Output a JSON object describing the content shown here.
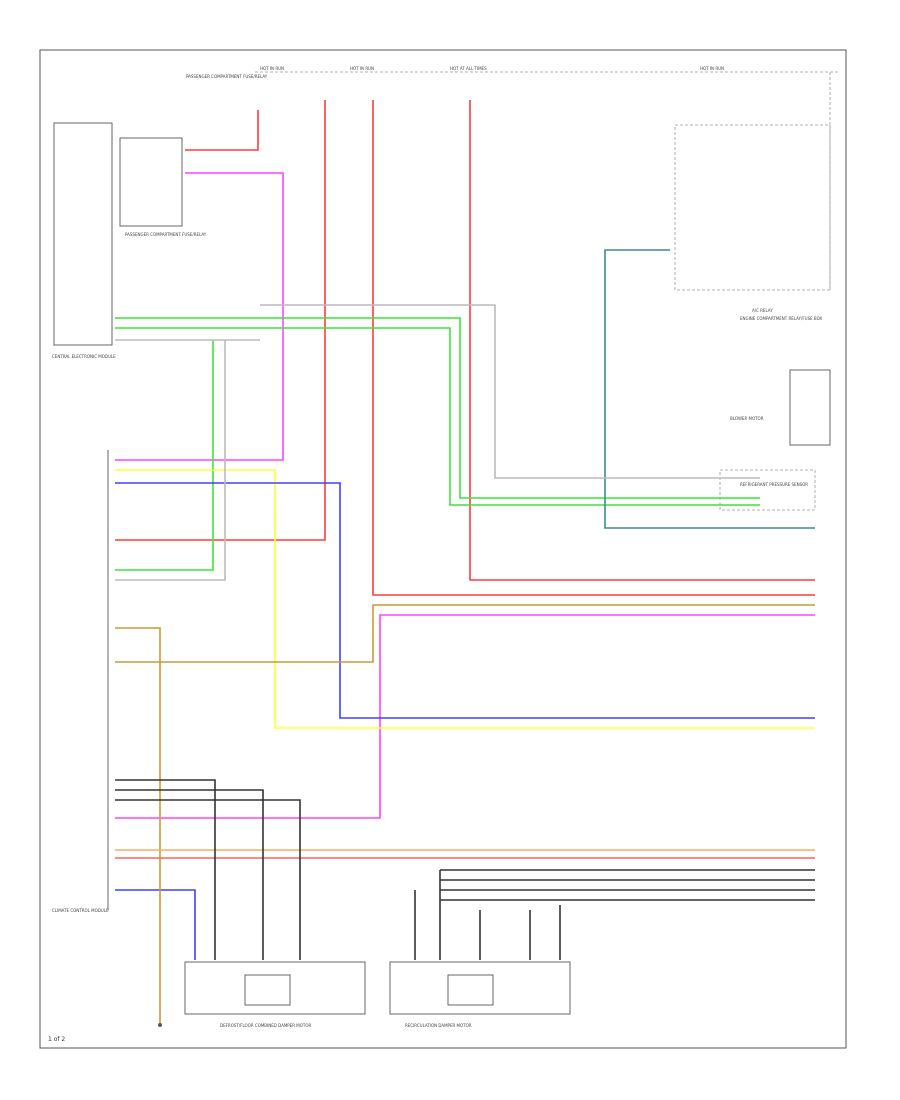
{
  "diagram": {
    "components": {
      "central_module": "CENTRAL ELECTRONIC MODULE",
      "climate_control": "CLIMATE CONTROL MODULE",
      "switch_unit": "PASSENGER COMPARTMENT FUSE/RELAY",
      "engine_relay": "ENGINE COMPARTMENT RELAY/FUSE BOX",
      "ac_relay": "A/C RELAY",
      "blower": "BLOWER MOTOR",
      "sensor_block": "REFRIGERANT PRESSURE SENSOR",
      "left_actuator": "DEFROST/FLOOR COMBINED DAMPER MOTOR",
      "right_actuator": "RECIRCULATION DAMPER MOTOR",
      "hot_at_all_times": "HOT AT ALL TIMES",
      "hot_in_run": "HOT IN RUN",
      "page_no": "1 of 2"
    },
    "colors": {
      "red": "#ff3b3b",
      "pink": "#ff44ff",
      "green": "#39e639",
      "yellow": "#ffff33",
      "blue": "#4040ff",
      "orange": "#cc9933",
      "tan": "#f0b060",
      "black": "#333333",
      "gray": "#aaaaaa",
      "teal": "#3c8c8c"
    }
  }
}
